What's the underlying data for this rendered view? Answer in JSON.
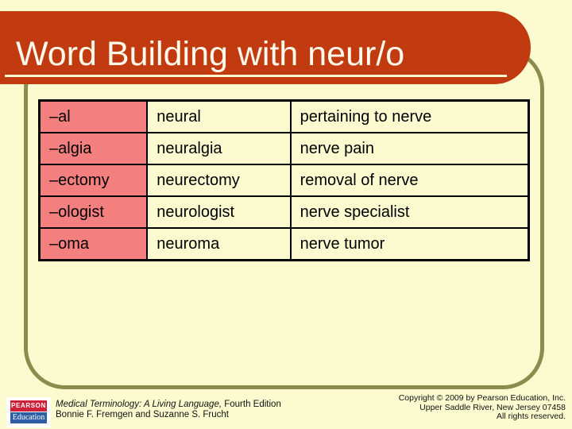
{
  "slide_title": "Word Building with neur/o",
  "table": {
    "rows": [
      {
        "suffix": "–al",
        "term": "neural",
        "meaning": "pertaining to nerve"
      },
      {
        "suffix": "–algia",
        "term": "neuralgia",
        "meaning": "nerve pain"
      },
      {
        "suffix": "–ectomy",
        "term": "neurectomy",
        "meaning": "removal of nerve"
      },
      {
        "suffix": "–ologist",
        "term": "neurologist",
        "meaning": "nerve specialist"
      },
      {
        "suffix": "–oma",
        "term": "neuroma",
        "meaning": "nerve tumor"
      }
    ]
  },
  "footer": {
    "publisher_logo": {
      "top": "PEARSON",
      "bottom": "Education"
    },
    "book_title": "Medical Terminology: A Living Language,",
    "edition": " Fourth Edition",
    "authors": "Bonnie F. Fremgen and Suzanne S. Frucht",
    "copyright": [
      "Copyright © 2009 by Pearson Education, Inc.",
      "Upper Saddle River, New Jersey 07458",
      "All rights reserved."
    ]
  },
  "colors": {
    "background": "#FBFBCF",
    "title_bar": "#C23B10",
    "title_text": "#FFFAEC",
    "frame_border": "#8B8C4E",
    "suffix_cell": "#F47F7F",
    "table_border": "#000000",
    "logo_red": "#CE2139",
    "logo_blue": "#2E5EA5"
  }
}
